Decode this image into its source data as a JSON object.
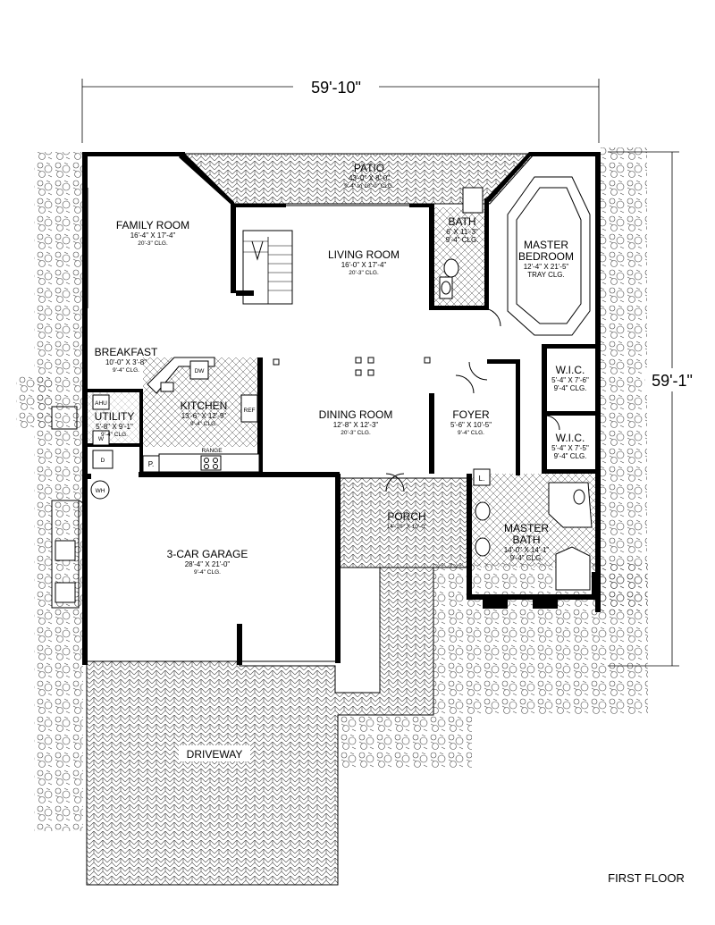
{
  "dimensions": {
    "width": "59'-10\"",
    "depth": "59'-1\""
  },
  "floor_label": "FIRST FLOOR",
  "rooms": {
    "patio": {
      "name": "PATIO",
      "dim": "43'-0\" X 8'-0\"",
      "clg": "9'-4\" to 10'-0\" CLG."
    },
    "family": {
      "name": "FAMILY ROOM",
      "dim": "16'-4\" X 17'-4\"",
      "clg": "20'-3\" CLG."
    },
    "living": {
      "name": "LIVING ROOM",
      "dim": "16'-0\" X 17'-4\"",
      "clg": "20'-3\" CLG."
    },
    "bath": {
      "name": "BATH",
      "dim": "6' X 11'-3\"",
      "clg": "9'-4\" CLG."
    },
    "master_bedroom": {
      "name1": "MASTER",
      "name2": "BEDROOM",
      "dim": "12'-4\" X 21'-5\"",
      "clg": "TRAY CLG."
    },
    "breakfast": {
      "name": "BREAKFAST",
      "dim": "10'-0\" X 3'-8\"",
      "clg": "9'-4\" CLG."
    },
    "kitchen": {
      "name": "KITCHEN",
      "dim": "13'-6\" X 12'-9\"",
      "clg": "9'-4\" CLG."
    },
    "utility": {
      "name": "UTILITY",
      "dim": "5'-8\" X 9'-1\"",
      "clg": "9'-4\" CLG."
    },
    "dining": {
      "name": "DINING ROOM",
      "dim": "12'-8\" X 12'-3\"",
      "clg": "20'-3\" CLG."
    },
    "foyer": {
      "name": "FOYER",
      "dim": "5'-6\" X 10'-5\"",
      "clg": "9'-4\" CLG."
    },
    "wic1": {
      "name": "W.I.C.",
      "dim": "5'-4\" X 7'-6\"",
      "clg": "9'-4\" CLG."
    },
    "wic2": {
      "name": "W.I.C.",
      "dim": "5'-4\" X 7'-5\"",
      "clg": "9'-4\" CLG."
    },
    "porch": {
      "name": "PORCH",
      "dim": "14'-10\" X 10'-0\""
    },
    "garage": {
      "name": "3-CAR GARAGE",
      "dim": "28'-4\" X 21'-0\"",
      "clg": "9'-4\" CLG."
    },
    "master_bath": {
      "name1": "MASTER",
      "name2": "BATH",
      "dim": "14'-0\" X 14'-1\"",
      "clg": "9'-4\" CLG."
    },
    "driveway": {
      "name": "DRIVEWAY"
    }
  },
  "fixtures": {
    "dw": "DW",
    "ref": "REF",
    "range": "RANGE",
    "ahu": "AHU",
    "w": "W",
    "d": "D",
    "wh": "WH",
    "pantry": "P.",
    "linen": "L."
  }
}
